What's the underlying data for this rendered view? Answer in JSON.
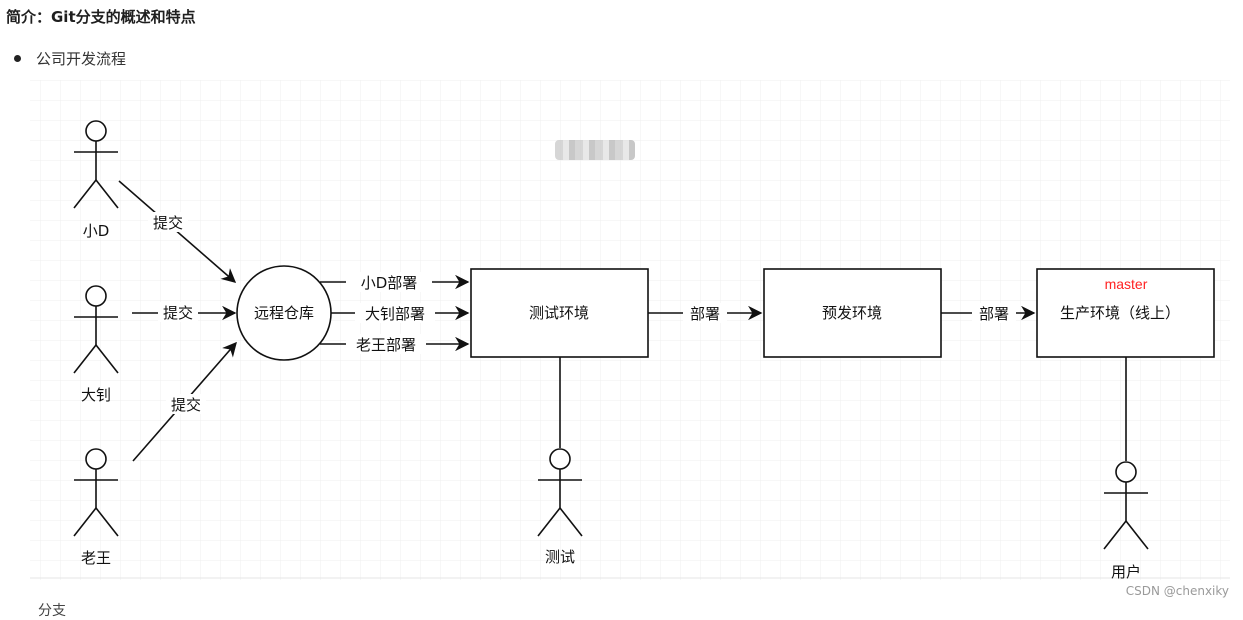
{
  "heading": "简介：Git分支的概述和特点",
  "bullet": "公司开发流程",
  "cut_text": "分支",
  "watermark": "CSDN @chenxiky",
  "people": {
    "xiaod": "小D",
    "dadiao": "大钊",
    "laowang": "老王",
    "tester": "测试",
    "user": "用户"
  },
  "repo": "远程仓库",
  "edges": {
    "commit1": "提交",
    "commit2": "提交",
    "commit3": "提交",
    "deploy_xiaod": "小D部署",
    "deploy_dadiao": "大钊部署",
    "deploy_laowang": "老王部署",
    "deploy_test_pre": "部署",
    "deploy_pre_prod": "部署"
  },
  "envs": {
    "test": "测试环境",
    "pre": "预发环境",
    "prod": "生产环境（线上）",
    "prod_tag": "master"
  },
  "colors": {
    "master": "#ff2222",
    "stroke": "#111111",
    "grid": "#eeeeee"
  }
}
